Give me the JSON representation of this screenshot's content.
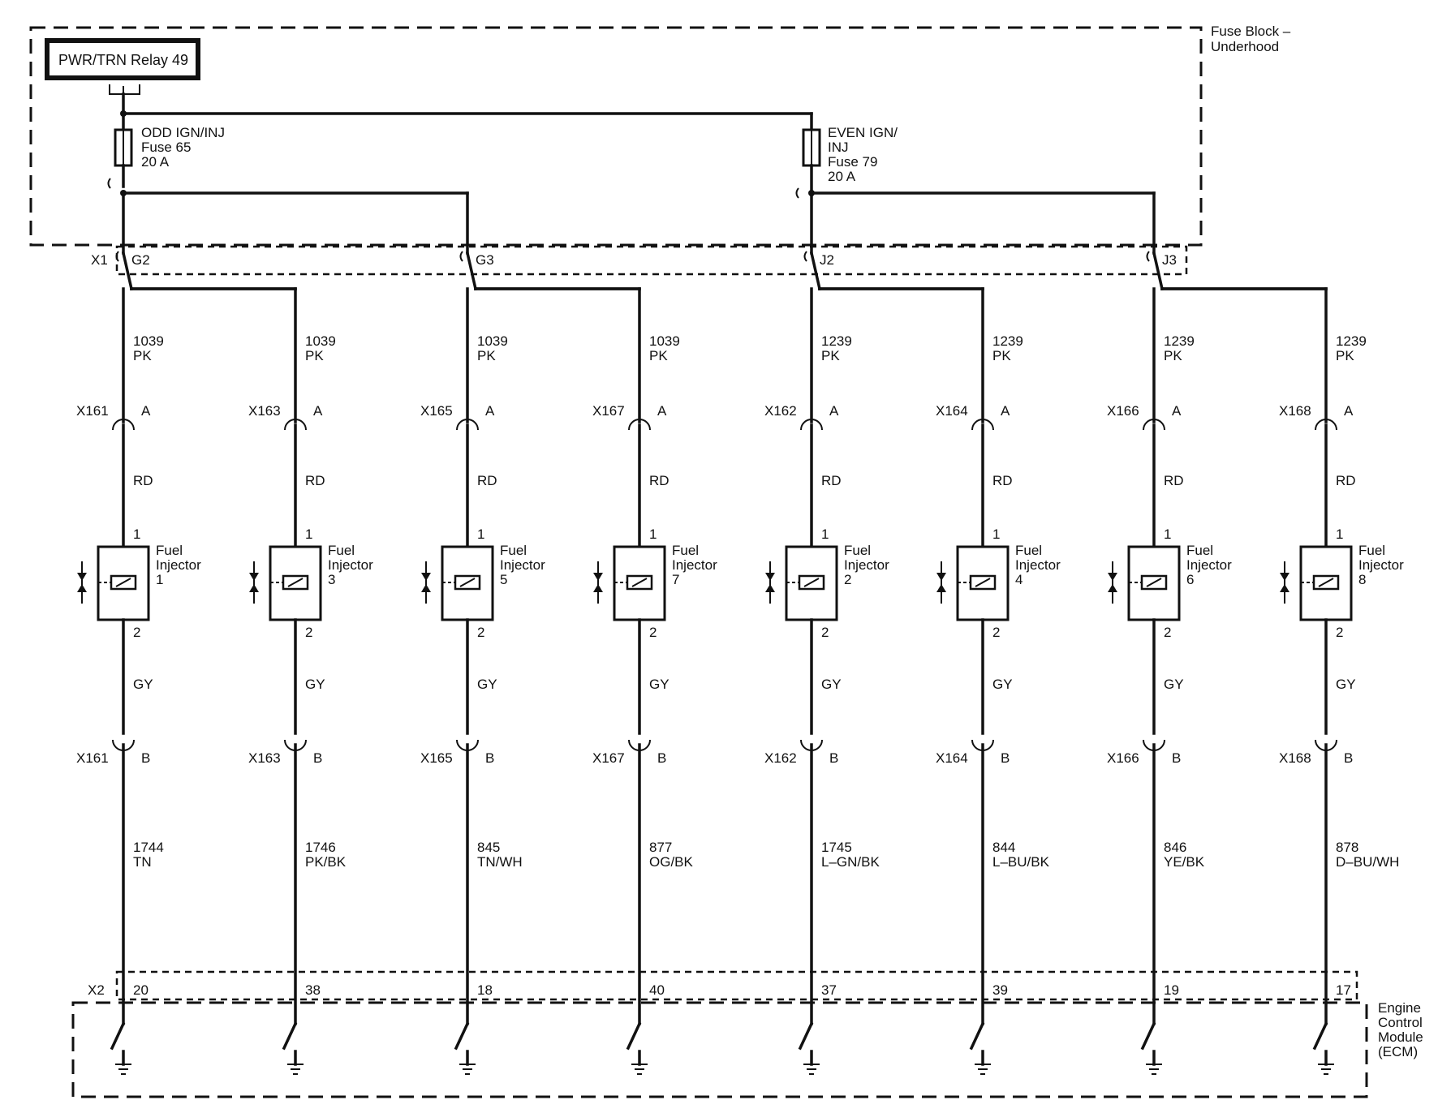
{
  "fuse_block": {
    "label_line1": "Fuse Block –",
    "label_line2": "Underhood",
    "relay_label": "PWR/TRN Relay 49",
    "fuse_odd": {
      "line1": "ODD IGN/INJ",
      "line2": "Fuse 65",
      "line3": "20 A"
    },
    "fuse_even": {
      "line1": "EVEN IGN/",
      "line2": "INJ",
      "line3": "Fuse 79",
      "line4": "20 A"
    },
    "connector_label": "X1",
    "pins": [
      "G2",
      "G3",
      "J2",
      "J3"
    ]
  },
  "ecm": {
    "label_line1": "Engine",
    "label_line2": "Control",
    "label_line3": "Module",
    "label_line4": "(ECM)",
    "connector_label": "X2"
  },
  "injectors": [
    {
      "name": "Fuel",
      "name2": "Injector",
      "number": "1",
      "conn": "X161",
      "pin_a": "A",
      "pin_b": "B",
      "feed_circuit": "1039",
      "feed_color": "PK",
      "upper_color": "RD",
      "term1": "1",
      "term2": "2",
      "lower_color": "GY",
      "out_circuit": "1744",
      "out_color": "TN",
      "ecm_pin": "20"
    },
    {
      "name": "Fuel",
      "name2": "Injector",
      "number": "3",
      "conn": "X163",
      "pin_a": "A",
      "pin_b": "B",
      "feed_circuit": "1039",
      "feed_color": "PK",
      "upper_color": "RD",
      "term1": "1",
      "term2": "2",
      "lower_color": "GY",
      "out_circuit": "1746",
      "out_color": "PK/BK",
      "ecm_pin": "38"
    },
    {
      "name": "Fuel",
      "name2": "Injector",
      "number": "5",
      "conn": "X165",
      "pin_a": "A",
      "pin_b": "B",
      "feed_circuit": "1039",
      "feed_color": "PK",
      "upper_color": "RD",
      "term1": "1",
      "term2": "2",
      "lower_color": "GY",
      "out_circuit": "845",
      "out_color": "TN/WH",
      "ecm_pin": "18"
    },
    {
      "name": "Fuel",
      "name2": "Injector",
      "number": "7",
      "conn": "X167",
      "pin_a": "A",
      "pin_b": "B",
      "feed_circuit": "1039",
      "feed_color": "PK",
      "upper_color": "RD",
      "term1": "1",
      "term2": "2",
      "lower_color": "GY",
      "out_circuit": "877",
      "out_color": "OG/BK",
      "ecm_pin": "40"
    },
    {
      "name": "Fuel",
      "name2": "Injector",
      "number": "2",
      "conn": "X162",
      "pin_a": "A",
      "pin_b": "B",
      "feed_circuit": "1239",
      "feed_color": "PK",
      "upper_color": "RD",
      "term1": "1",
      "term2": "2",
      "lower_color": "GY",
      "out_circuit": "1745",
      "out_color": "L–GN/BK",
      "ecm_pin": "37"
    },
    {
      "name": "Fuel",
      "name2": "Injector",
      "number": "4",
      "conn": "X164",
      "pin_a": "A",
      "pin_b": "B",
      "feed_circuit": "1239",
      "feed_color": "PK",
      "upper_color": "RD",
      "term1": "1",
      "term2": "2",
      "lower_color": "GY",
      "out_circuit": "844",
      "out_color": "L–BU/BK",
      "ecm_pin": "39"
    },
    {
      "name": "Fuel",
      "name2": "Injector",
      "number": "6",
      "conn": "X166",
      "pin_a": "A",
      "pin_b": "B",
      "feed_circuit": "1239",
      "feed_color": "PK",
      "upper_color": "RD",
      "term1": "1",
      "term2": "2",
      "lower_color": "GY",
      "out_circuit": "846",
      "out_color": "YE/BK",
      "ecm_pin": "19"
    },
    {
      "name": "Fuel",
      "name2": "Injector",
      "number": "8",
      "conn": "X168",
      "pin_a": "A",
      "pin_b": "B",
      "feed_circuit": "1239",
      "feed_color": "PK",
      "upper_color": "RD",
      "term1": "1",
      "term2": "2",
      "lower_color": "GY",
      "out_circuit": "878",
      "out_color": "D–BU/WH",
      "ecm_pin": "17"
    }
  ]
}
